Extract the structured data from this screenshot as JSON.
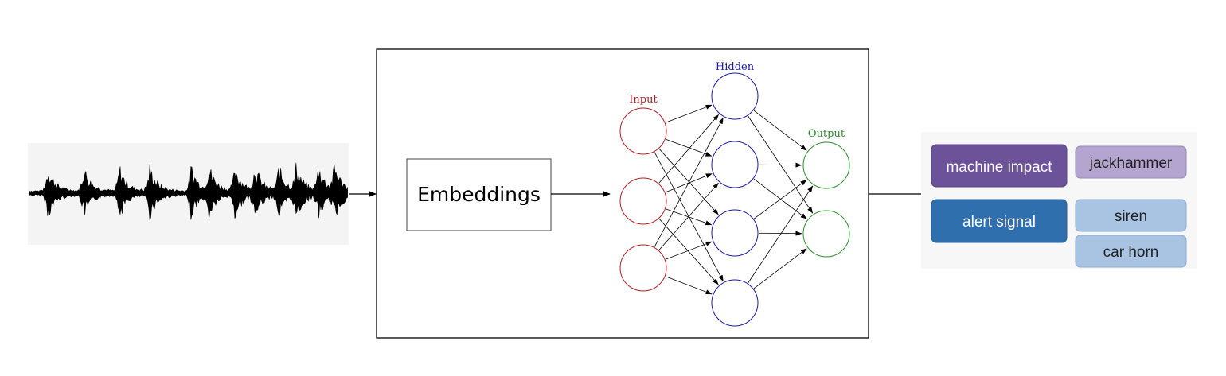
{
  "embeddings_label": "Embeddings",
  "network": {
    "input_label": "Input",
    "hidden_label": "Hidden",
    "output_label": "Output",
    "input_color": "#b22222",
    "hidden_color": "#1a1aaa",
    "output_color": "#2e8b2e"
  },
  "classes": {
    "machine_impact": "machine impact",
    "jackhammer": "jackhammer",
    "alert_signal": "alert signal",
    "siren": "siren",
    "car_horn": "car horn",
    "colors": {
      "machine_impact": "#6b5299",
      "jackhammer": "#b3a5cf",
      "alert_signal": "#2f6fad",
      "siren": "#a9c4e3",
      "car_horn": "#a9c4e3"
    }
  }
}
